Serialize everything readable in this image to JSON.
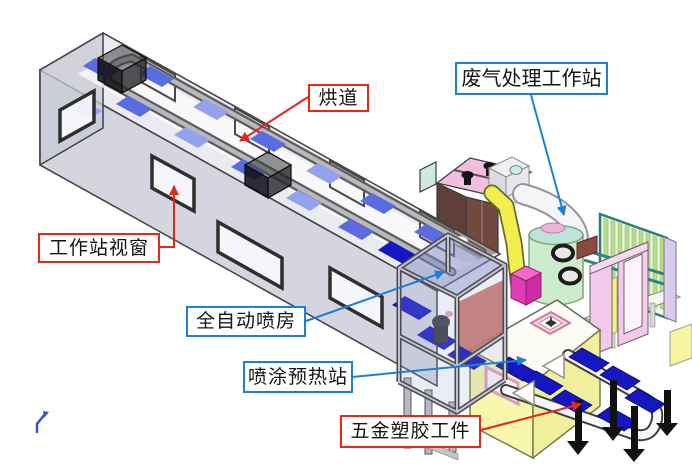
{
  "callouts": {
    "drying_tunnel": {
      "label": "烘道",
      "color": "#e8261a"
    },
    "waste_gas_station": {
      "label": "废气处理工作站",
      "color": "#1e7fd6"
    },
    "workstation_window": {
      "label": "工作站视窗",
      "color": "#e8261a"
    },
    "automatic_spray_booth": {
      "label": "全自动喷房",
      "color": "#1e7fd6"
    },
    "spray_preheat_station": {
      "label": "喷涂预热站",
      "color": "#1e7fd6"
    },
    "hardware_plastic_workpiece": {
      "label": "五金塑胶工件",
      "color": "#e8261a"
    }
  },
  "machine_colors": {
    "tunnel_body_gray": "#c9cbd6",
    "workpiece_tray_blue": "#5a6ce0",
    "workpiece_tray_light": "#93a2ee",
    "workpiece_tray_navy": "#1717c0",
    "preheat_box_yellow": "#f7f7ae",
    "exhaust_pipe_yellow": "#f2ee4e",
    "scrubber_tank_green": "#cdeccd",
    "cabinet_brown": "#71493f",
    "cabinet_top_pink": "#f2bede",
    "filter_slats_green": "#b7dd8c",
    "filter_frame_teal": "#2a7d7d",
    "panel_pink": "#f4c9ec",
    "duct_white": "#f5f5f7",
    "booth_glass_blue": "#8c9cc8",
    "origin_marker_blue": "#3a52c8"
  }
}
